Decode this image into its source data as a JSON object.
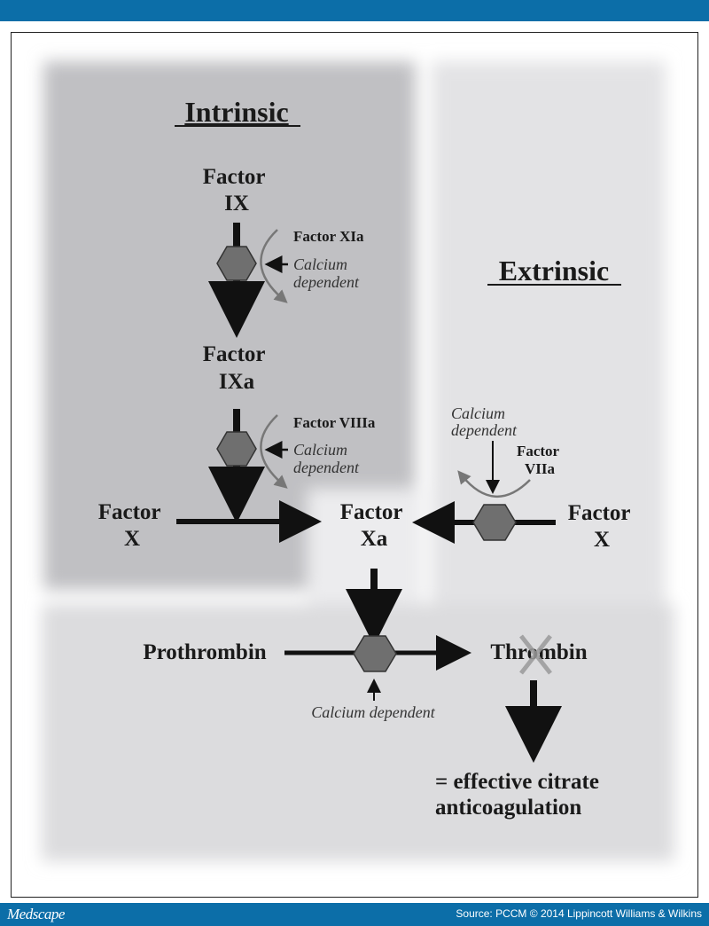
{
  "source_text": "Source: PCCM © 2014 Lippincott Williams & Wilkins",
  "brand": "Medscape",
  "pathways": {
    "intrinsic": "Intrinsic",
    "extrinsic": "Extrinsic"
  },
  "factors": {
    "factor_ix": [
      "Factor",
      "IX"
    ],
    "factor_ixa": [
      "Factor",
      "IXa"
    ],
    "factor_x_left": [
      "Factor",
      "X"
    ],
    "factor_xa": [
      "Factor",
      "Xa"
    ],
    "factor_x_right": [
      "Factor",
      "X"
    ],
    "factor_xia": "Factor XIa",
    "factor_viiia": "Factor VIIIa",
    "factor_viia": [
      "Factor",
      "VIIa"
    ],
    "prothrombin": "Prothrombin",
    "thrombin": "Thrombin"
  },
  "calcium": {
    "step1": [
      "Calcium",
      "dependent"
    ],
    "step2": [
      "Calcium",
      "dependent"
    ],
    "extrinsic": [
      "Calcium",
      "dependent"
    ],
    "prothrombin": "Calcium dependent"
  },
  "result": [
    "= effective citrate",
    "anticoagulation"
  ],
  "colors": {
    "brand_blue": "#0c6ea8",
    "intrinsic_bg": "#c0c0c3",
    "extrinsic_bg": "#e3e3e5",
    "hexagon": "#6f6f6f"
  }
}
